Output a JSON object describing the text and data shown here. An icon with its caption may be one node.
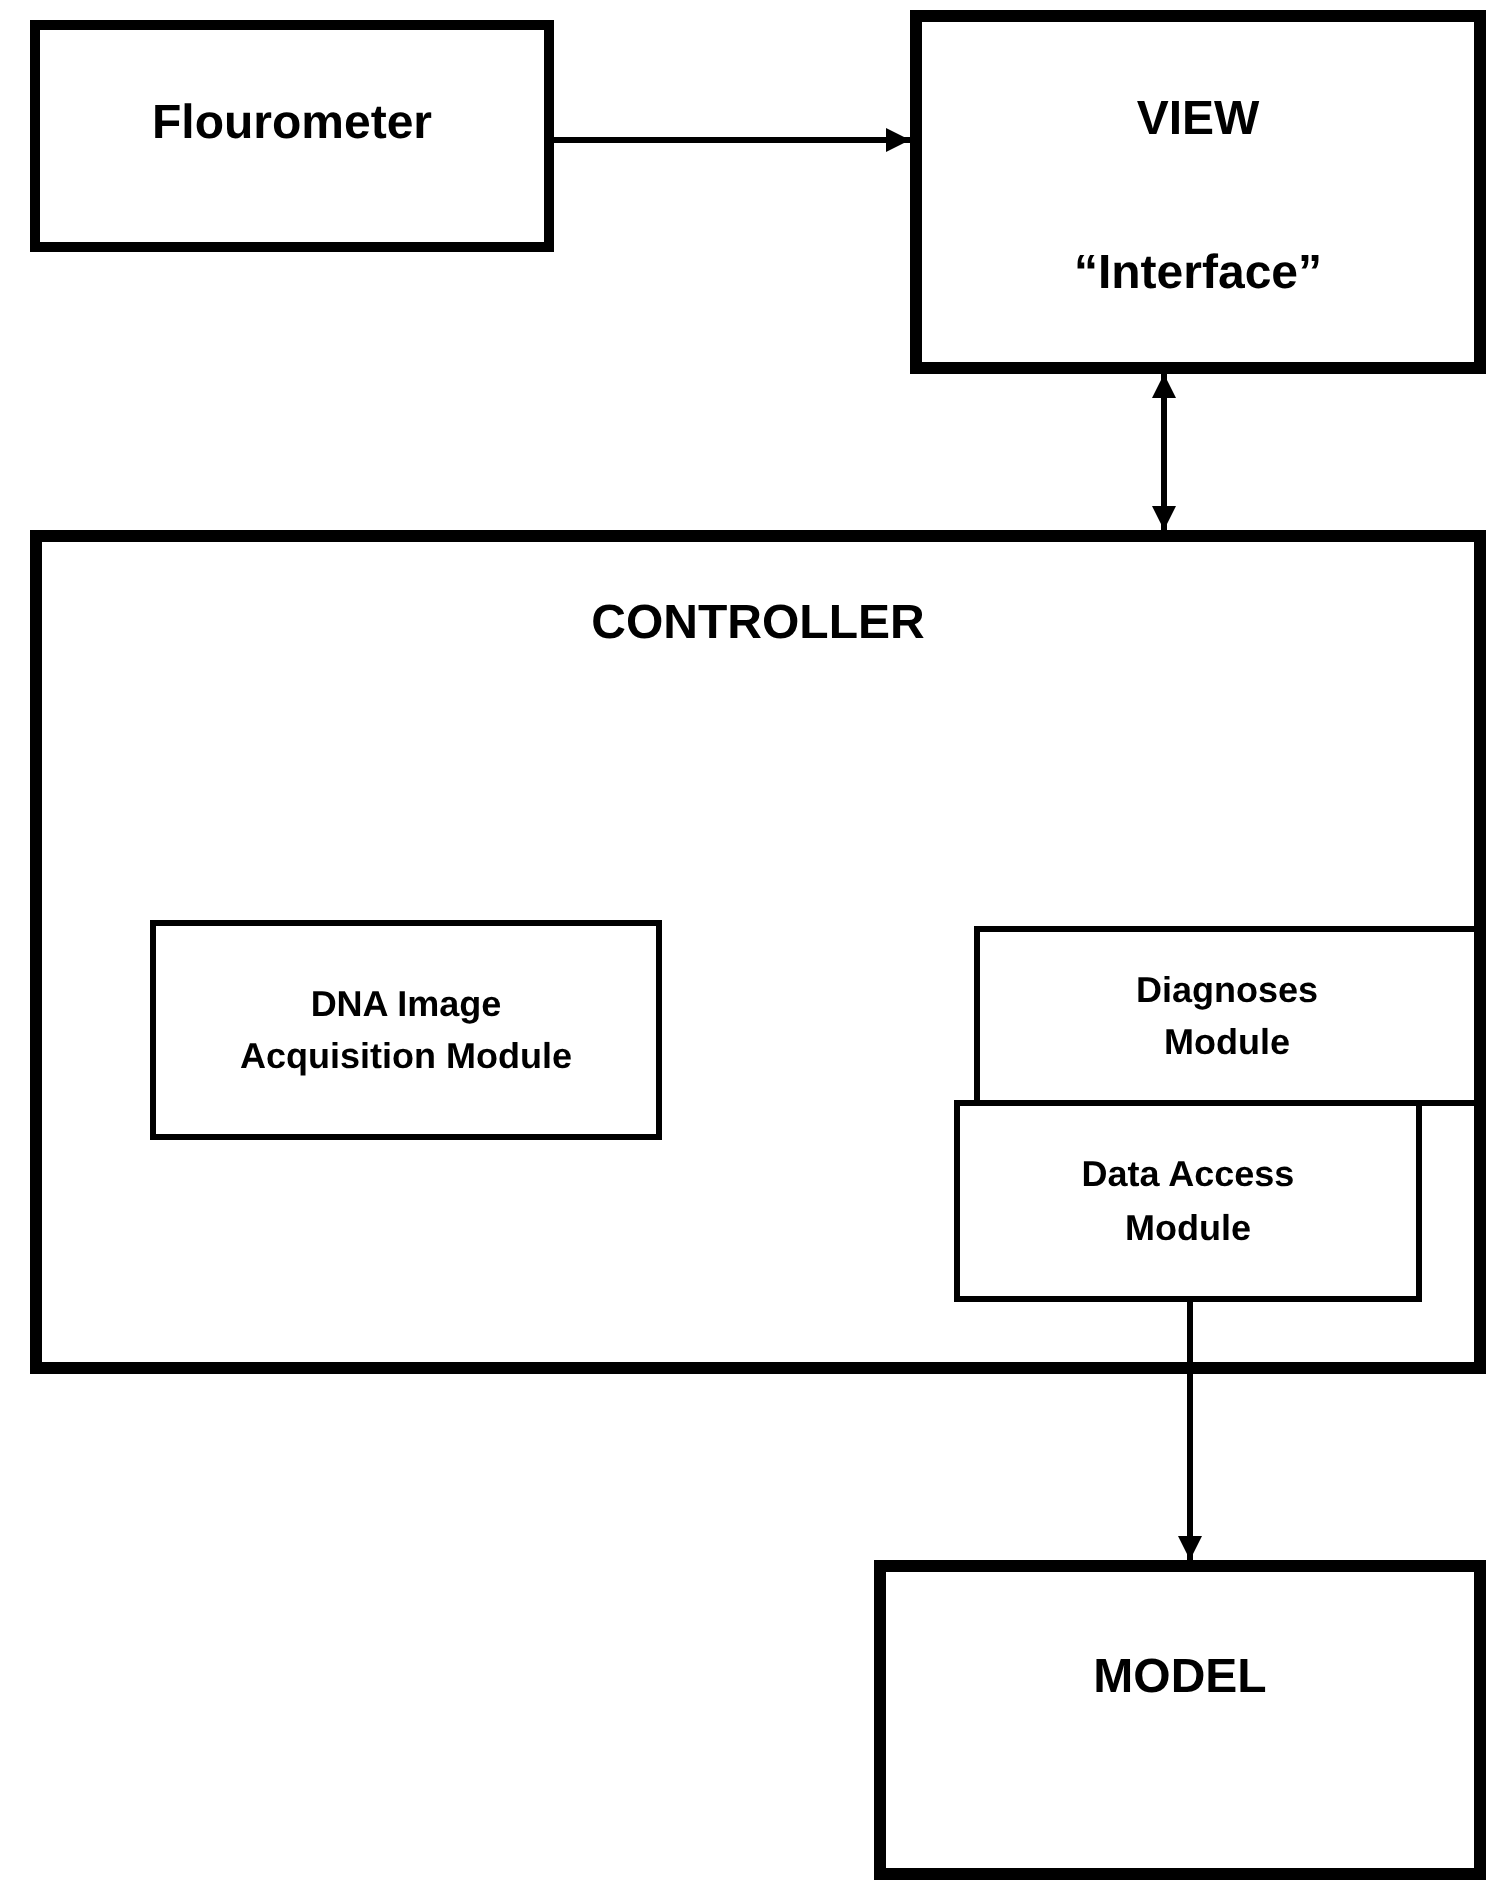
{
  "diagram": {
    "nodes": [
      {
        "text": [
          "Flourometer"
        ]
      },
      {
        "text": [
          "VIEW",
          "“Interface”"
        ]
      },
      {
        "text": [
          "CONTROLLER"
        ]
      },
      {
        "text": [
          "DNA Image Acquisition Module"
        ],
        "in": 2
      },
      {
        "text": [
          "Diagnoses Module"
        ],
        "in": 2
      },
      {
        "text": [
          "Data Access Module"
        ],
        "in": 2
      },
      {
        "text": [
          "MODEL"
        ]
      }
    ],
    "edges": [
      {
        "from": 0,
        "to": 1,
        "arrow": "to"
      },
      {
        "from": 1,
        "to": 2,
        "arrow": "both"
      },
      {
        "from": 5,
        "to": 6,
        "arrow": "to"
      }
    ]
  }
}
